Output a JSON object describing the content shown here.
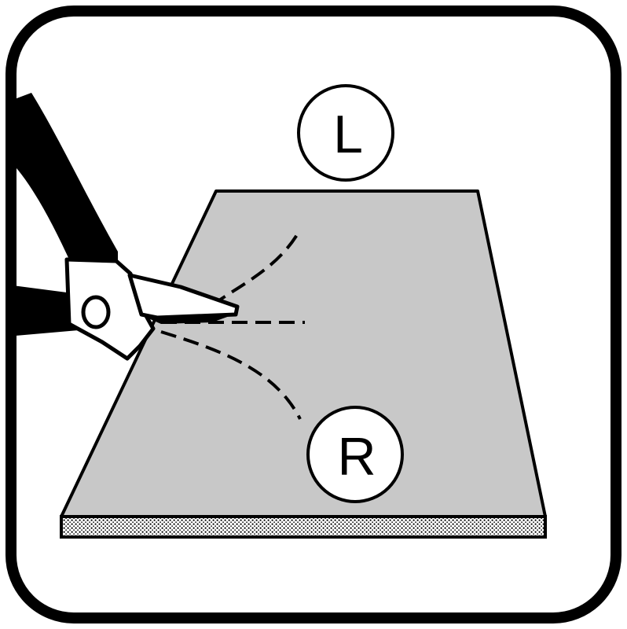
{
  "colors": {
    "frame": "#000000",
    "background": "#ffffff",
    "sheet": "#c8c8c8",
    "edge_dots": "#000000"
  },
  "icons": {
    "tool": "tin-snips-icon",
    "frame": "rounded-frame"
  },
  "labels": {
    "top_badge": "L",
    "bottom_badge": "R"
  }
}
